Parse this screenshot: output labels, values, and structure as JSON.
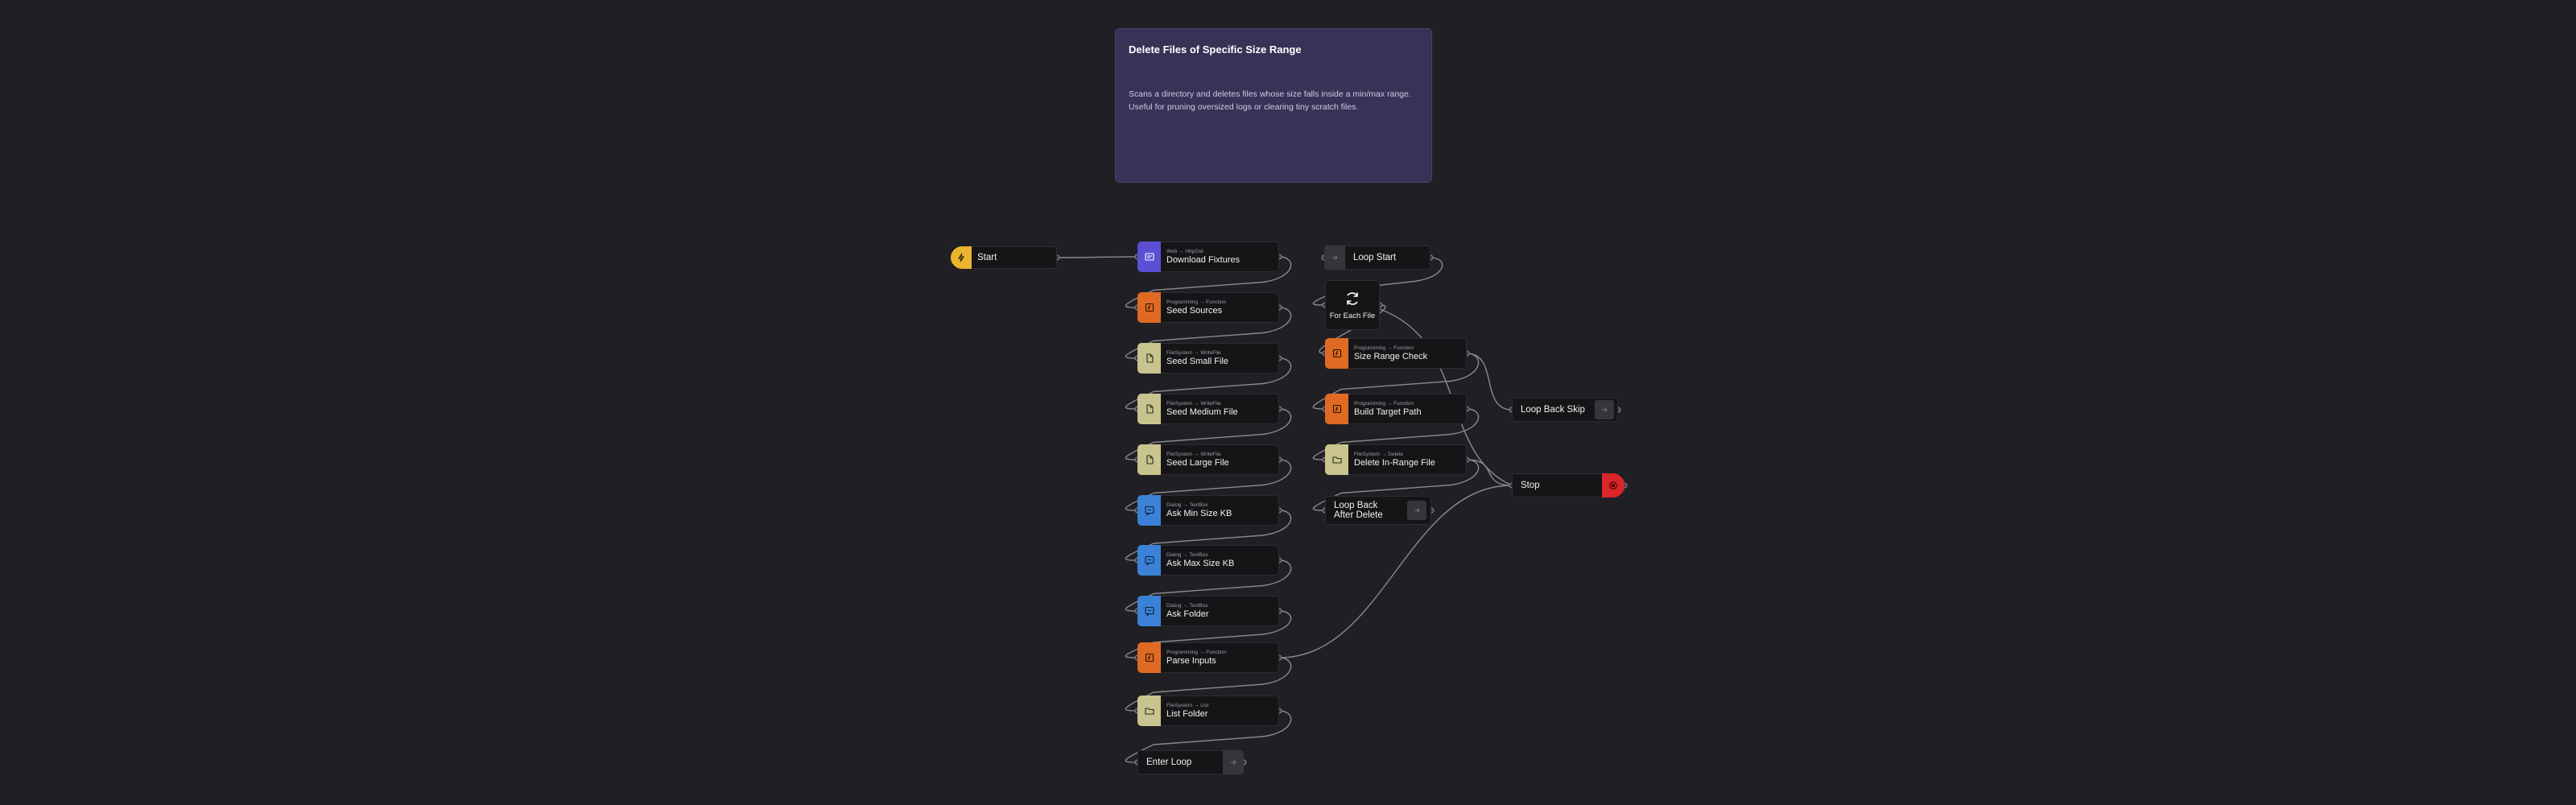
{
  "colors": {
    "background": "#202024",
    "note_background": "#3a3157",
    "node_background": "#151518",
    "wire": "#8a8a8e",
    "trigger": "#e9b42e",
    "ai": "#5b4fd4",
    "programming": "#e06a23",
    "filesystem": "#c9c48f",
    "dialog": "#3b82d6",
    "flow": "#35353a",
    "stop": "#d9262b"
  },
  "note": {
    "title": "Delete Files of Specific Size Range",
    "body": "Scans a directory and deletes files whose size falls inside a min/max range. Useful for pruning oversized logs or clearing tiny scratch files."
  },
  "nodes": {
    "start": {
      "label": "Start",
      "icon": "lightning-icon"
    },
    "download_fixtures": {
      "category": "Web → HttpGet",
      "label": "Download Fixtures",
      "icon": "download-icon"
    },
    "seed_sources": {
      "category": "Programming → Function",
      "label": "Seed Sources",
      "icon": "function-icon"
    },
    "seed_small": {
      "category": "FileSystem → WriteFile",
      "label": "Seed Small File",
      "icon": "file-icon"
    },
    "seed_medium": {
      "category": "FileSystem → WriteFile",
      "label": "Seed Medium File",
      "icon": "file-icon"
    },
    "seed_large": {
      "category": "FileSystem → WriteFile",
      "label": "Seed Large File",
      "icon": "file-icon"
    },
    "ask_min": {
      "category": "Dialog → TextBox",
      "label": "Ask Min Size KB",
      "icon": "dialog-icon"
    },
    "ask_max": {
      "category": "Dialog → TextBox",
      "label": "Ask Max Size KB",
      "icon": "dialog-icon"
    },
    "ask_folder": {
      "category": "Dialog → TextBox",
      "label": "Ask Folder",
      "icon": "dialog-icon"
    },
    "parse_inputs": {
      "category": "Programming → Function",
      "label": "Parse Inputs",
      "icon": "function-icon"
    },
    "list_folder": {
      "category": "FileSystem → List",
      "label": "List Folder",
      "icon": "folder-icon"
    },
    "enter_loop": {
      "label": "Enter Loop",
      "icon": "arrow-right-icon"
    },
    "loop_start": {
      "label": "Loop Start",
      "icon": "arrow-right-icon"
    },
    "for_each": {
      "label": "For Each File",
      "icon": "loop-icon"
    },
    "size_check": {
      "category": "Programming → Function",
      "label": "Size Range Check",
      "icon": "function-icon"
    },
    "build_path": {
      "category": "Programming → Function",
      "label": "Build Target Path",
      "icon": "function-icon"
    },
    "delete_file": {
      "category": "FileSystem → Delete",
      "label": "Delete In-Range File",
      "icon": "folder-icon"
    },
    "loop_back_delete": {
      "label": "Loop Back After Delete",
      "icon": "arrow-right-icon"
    },
    "loop_back_skip": {
      "label": "Loop Back Skip",
      "icon": "arrow-right-icon"
    },
    "stop": {
      "label": "Stop",
      "icon": "stop-icon"
    }
  }
}
